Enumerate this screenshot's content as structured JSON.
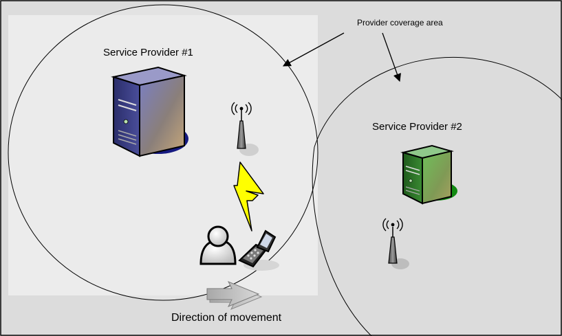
{
  "labels": {
    "coverage_area": "Provider coverage area",
    "provider_1": "Service Provider #1",
    "provider_2": "Service Provider #2",
    "direction": "Direction of movement"
  },
  "colors": {
    "frame_background": "#dcdcdc",
    "inner_panel": "#ececec",
    "provider_1_server": "#3c3f8a",
    "provider_2_server": "#2f7a2a",
    "lightning": "#ffff00",
    "movement_arrow": "#b8b8b8"
  },
  "icons": {
    "server_1": "server-icon",
    "server_2": "server-icon",
    "antenna_1": "antenna-icon",
    "antenna_2": "antenna-icon",
    "wireless_link": "lightning-bolt-icon",
    "user": "user-icon",
    "phone": "mobile-phone-icon",
    "direction": "arrow-right-icon"
  }
}
